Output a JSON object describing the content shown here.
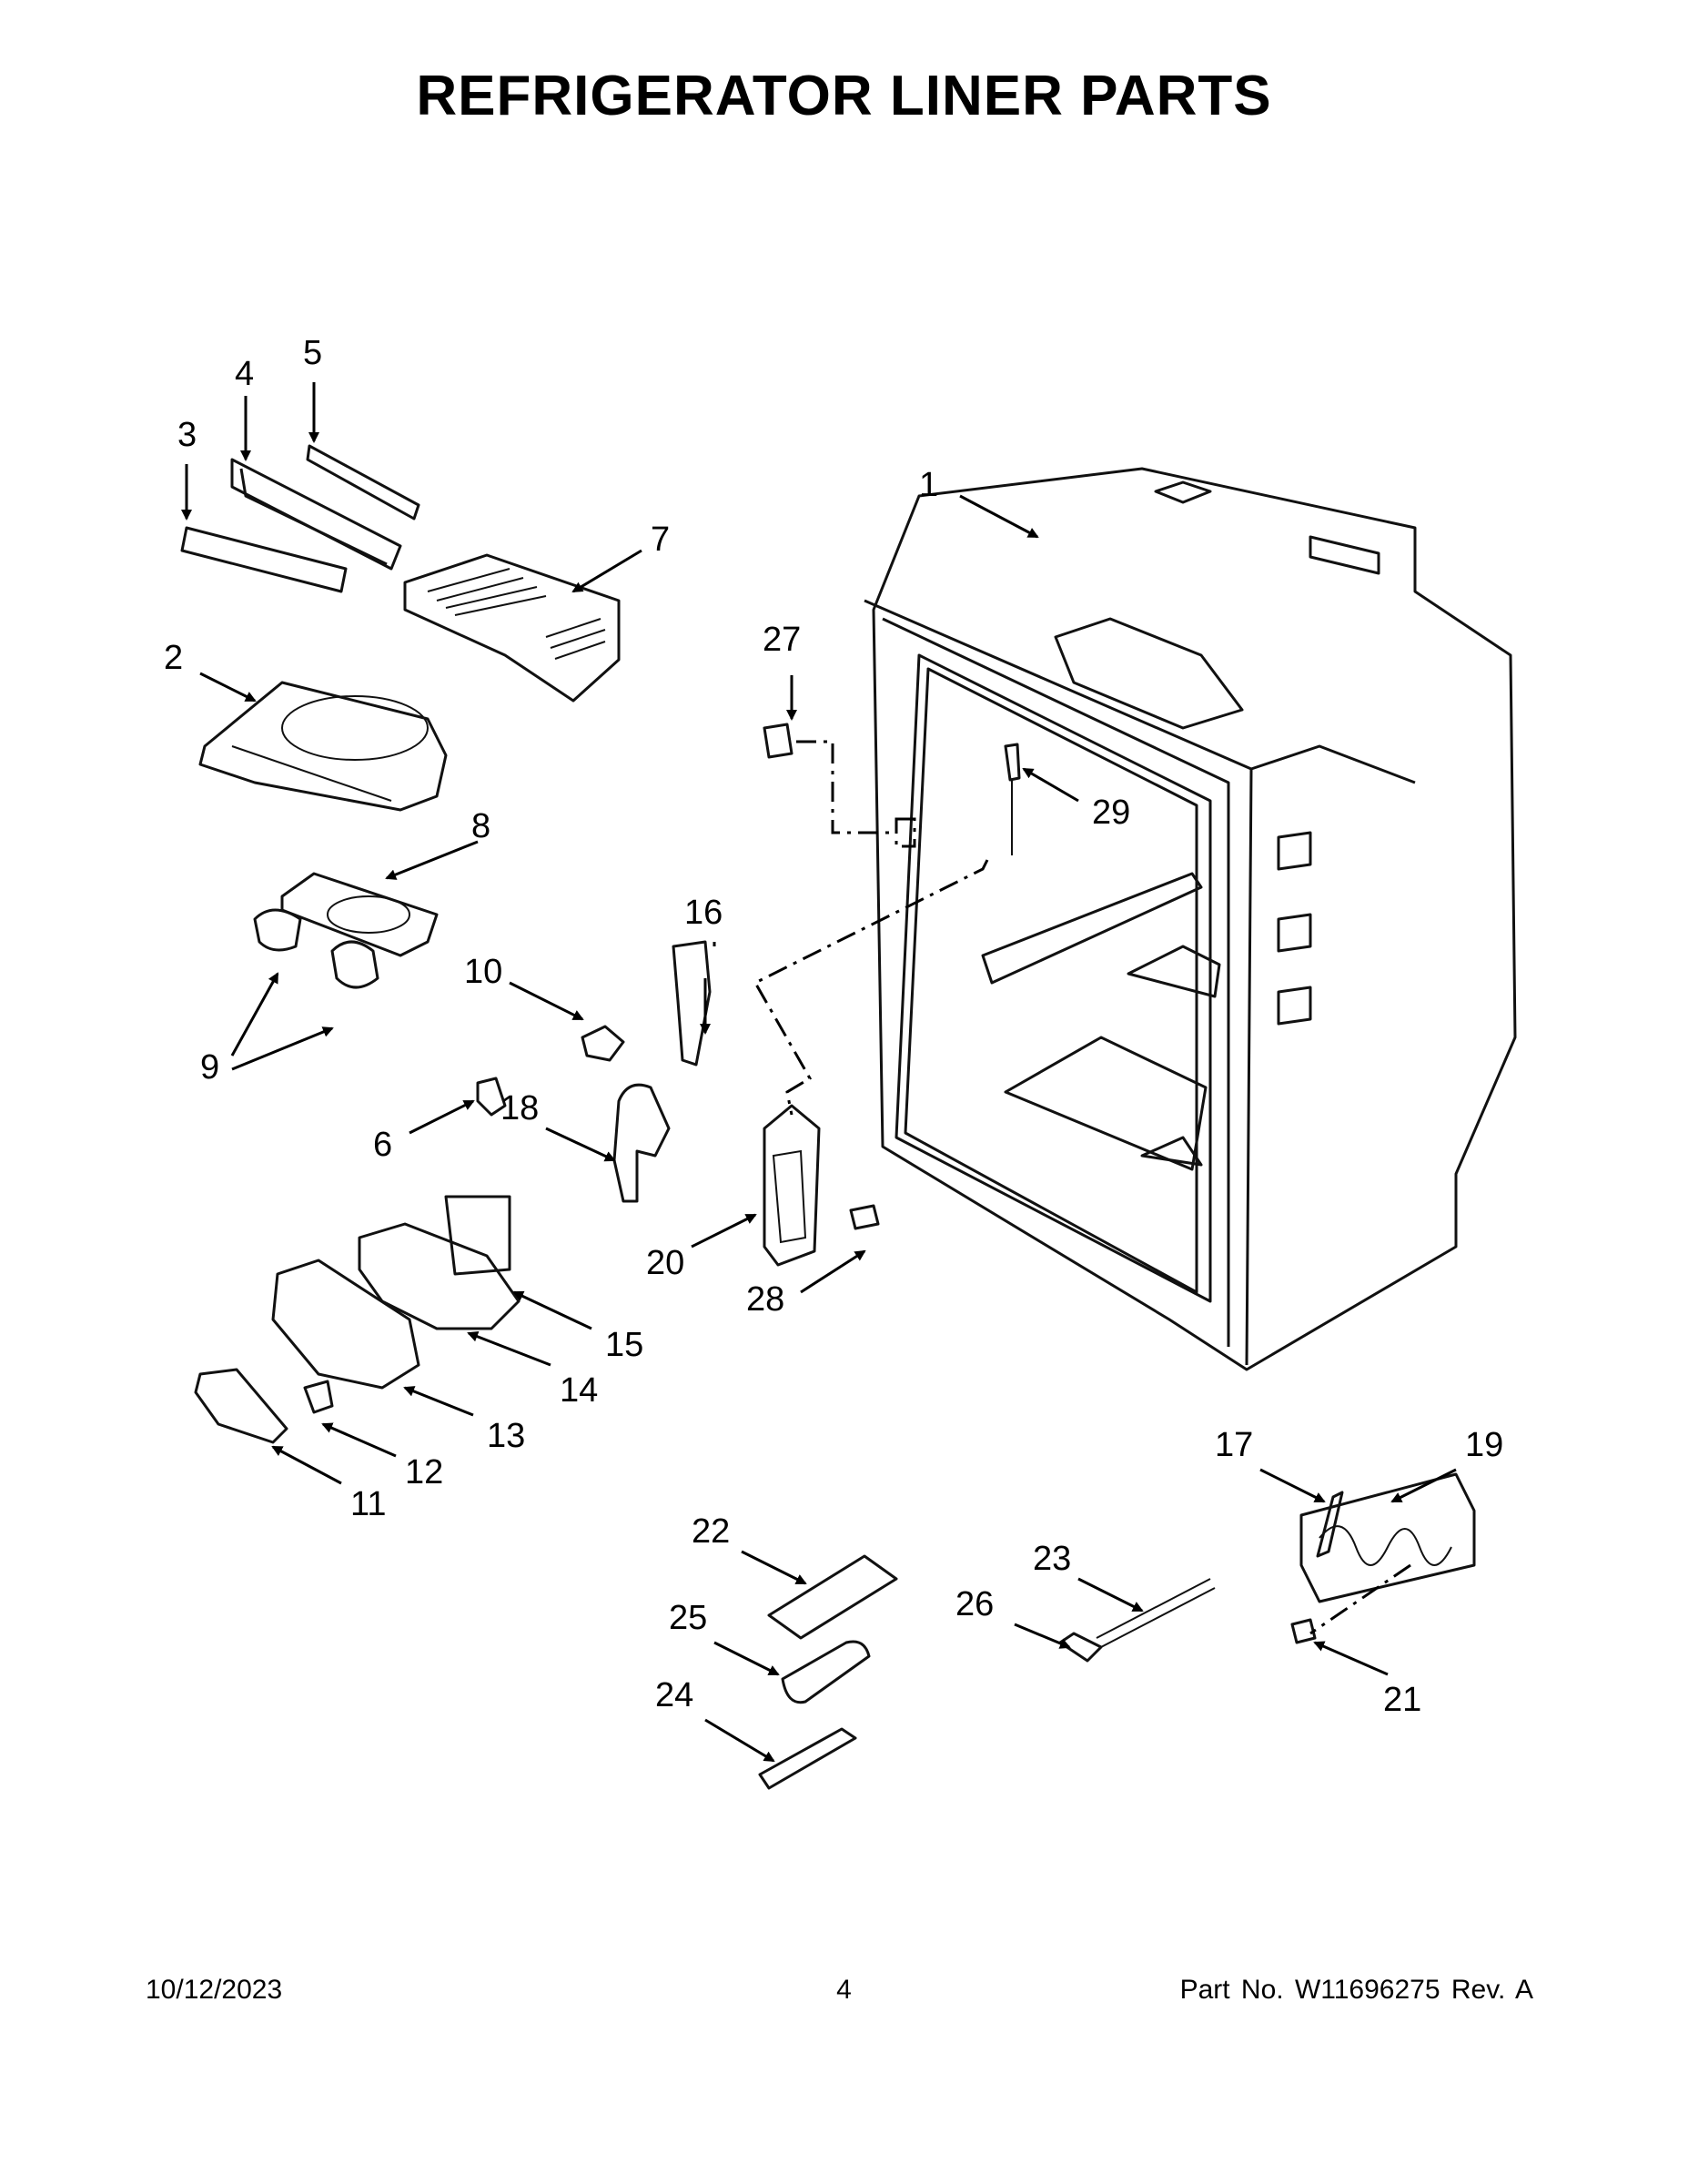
{
  "title": "REFRIGERATOR LINER PARTS",
  "footer": {
    "date": "10/12/2023",
    "page": "4",
    "part_no": "Part No.  W11696275  Rev.  A"
  },
  "callouts": [
    "1",
    "2",
    "3",
    "4",
    "5",
    "6",
    "7",
    "8",
    "9",
    "10",
    "11",
    "12",
    "13",
    "14",
    "15",
    "16",
    "17",
    "18",
    "19",
    "20",
    "21",
    "22",
    "23",
    "24",
    "25",
    "26",
    "27",
    "28",
    "29"
  ]
}
